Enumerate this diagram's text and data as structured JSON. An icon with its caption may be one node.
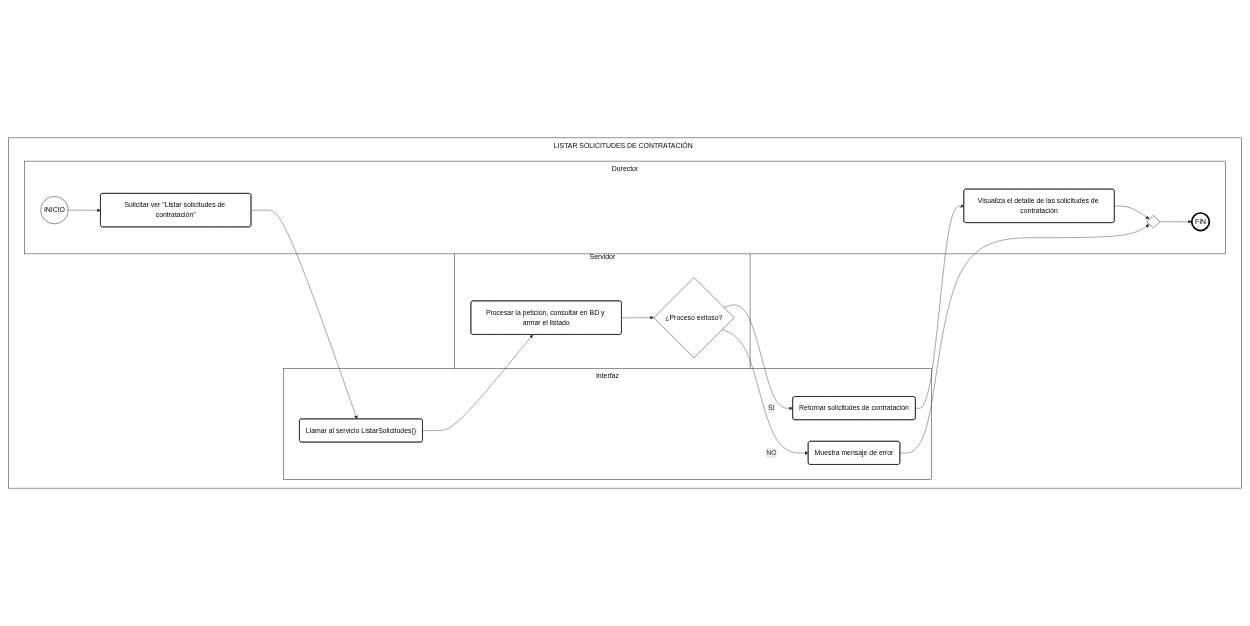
{
  "diagram": {
    "nodes": [
      {
        "text": [
          "LISTAR SOLICITUDES DE CONTRATACIÓN"
        ]
      },
      {
        "text": [
          "Durector"
        ],
        "in": 0
      },
      {
        "text": [
          "INICIO"
        ],
        "in": 1
      },
      {
        "text": [
          "Solicitar ver \"Listar solicitudes de contratación\""
        ],
        "in": 1
      },
      {
        "text": [
          "Visualiza el detalle de las solicitudes de contratación"
        ],
        "in": 1
      },
      {
        "text": [],
        "shape": "diamond",
        "in": 1
      },
      {
        "text": [
          "FIN"
        ],
        "in": 1
      },
      {
        "text": [
          "Interfaz"
        ],
        "in": 0
      },
      {
        "text": [
          "Llamar al servicio ListarSolicitudes()"
        ],
        "in": 7
      },
      {
        "text": [
          "Retornar solicitudes de contratación"
        ],
        "in": 7
      },
      {
        "text": [
          "Muestra mensaje de error"
        ],
        "in": 7
      },
      {
        "text": [
          "Servidor"
        ],
        "in": 0
      },
      {
        "text": [
          "Procesar la petición, consultar en BD y armar el listado"
        ],
        "in": 11
      },
      {
        "text": [
          "¿Proceso exitoso?"
        ],
        "in": 11
      }
    ],
    "edges": [
      {
        "from": 2,
        "to": 3,
        "arrow": "to"
      },
      {
        "from": 3,
        "to": 8,
        "arrow": "to"
      },
      {
        "from": 8,
        "to": 12,
        "arrow": "to"
      },
      {
        "from": 12,
        "to": 13,
        "arrow": "to"
      },
      {
        "from": 13,
        "to": 9,
        "arrow": "to",
        "label": "SI"
      },
      {
        "from": 13,
        "to": 10,
        "arrow": "to",
        "label": "NO"
      },
      {
        "from": 9,
        "to": 4,
        "arrow": "to"
      },
      {
        "from": 4,
        "to": 5,
        "arrow": "to"
      },
      {
        "from": 10,
        "to": 5,
        "arrow": "to"
      },
      {
        "from": 5,
        "to": 6,
        "arrow": "to"
      }
    ]
  }
}
